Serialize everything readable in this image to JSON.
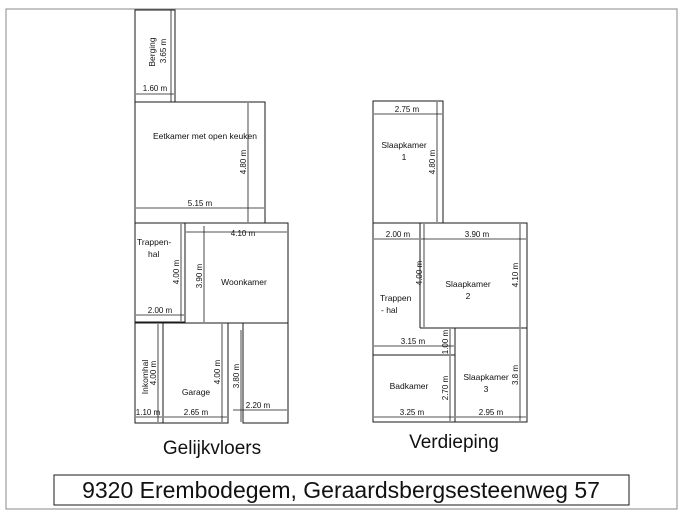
{
  "plans": {
    "ground": {
      "caption": "Gelijkvloers",
      "rooms": {
        "berging": "Berging",
        "eetkamer": "Eetkamer met open keuken",
        "trappenhal_l1": "Trappen-",
        "trappenhal_l2": "hal",
        "woonkamer": "Woonkamer",
        "inkomhal": "Inkomhal",
        "garage": "Garage"
      },
      "dims": {
        "berging_h": "3.65 m",
        "berging_w": "1.60 m",
        "eetkamer_h": "4.80 m",
        "eetkamer_w": "5.15 m",
        "woonkamer_w": "4.10 m",
        "trappenhal_h": "4.00 m",
        "woonkamer_h": "3.90 m",
        "trappenhal_w": "2.00 m",
        "woonkamer_ext_w": "2.20 m",
        "woonkamer_ext_h": "3.80 m",
        "inkomhal_h": "4.00 m",
        "inkomhal_w": "1.10 m",
        "garage_h": "4.00 m",
        "garage_w": "2.65 m"
      }
    },
    "upper": {
      "caption": "Verdieping",
      "rooms": {
        "slaapkamer1_l1": "Slaapkamer",
        "slaapkamer1_l2": "1",
        "slaapkamer2_l1": "Slaapkamer",
        "slaapkamer2_l2": "2",
        "trappenhal_l1": "Trappen",
        "trappenhal_l2": "- hal",
        "badkamer": "Badkamer",
        "slaapkamer3_l1": "Slaapkamer",
        "slaapkamer3_l2": "3"
      },
      "dims": {
        "slaapkamer1_w": "2.75 m",
        "slaapkamer1_h": "4.80 m",
        "trappenhal_w": "2.00 m",
        "slaapkamer2_w": "3.90 m",
        "trappenhal_h": "4.00 m",
        "slaapkamer2_h": "4.10 m",
        "landing_w": "3.15 m",
        "landing_h": "1.00 m",
        "badkamer_h": "2.70 m",
        "badkamer_w": "3.25 m",
        "slaapkamer3_h": "3.8 m",
        "slaapkamer3_w": "2.95 m"
      }
    }
  },
  "address": "9320 Erembodegem, Geraardsbergsesteenweg 57"
}
